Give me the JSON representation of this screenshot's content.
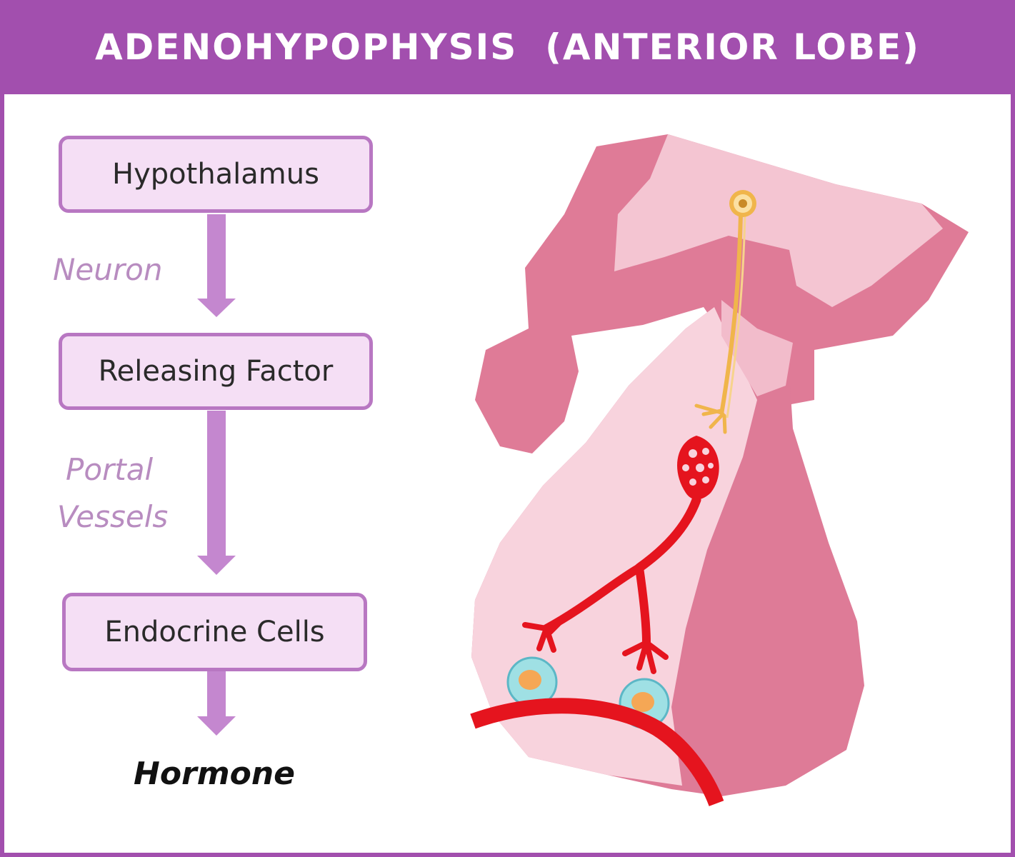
{
  "title": "ADENOHYPOPHYSIS  (ANTERIOR LOBE)",
  "flow": {
    "steps": [
      "Hypothalamus",
      "Releasing Factor",
      "Endocrine Cells"
    ],
    "links": [
      {
        "lines": [
          "Neuron"
        ]
      },
      {
        "lines": [
          "Portal",
          "Vessels"
        ]
      }
    ],
    "output": "Hormone"
  },
  "colors": {
    "header": "#a24fae",
    "box_fill": "#f5dff5",
    "box_border": "#b877c2",
    "arrow": "#c487cf",
    "link_text": "#b88cc0",
    "tissue_dark": "#df7b97",
    "tissue_light": "#f8d3dd",
    "vessel": "#e5141e",
    "neuron": "#f0b54b"
  }
}
